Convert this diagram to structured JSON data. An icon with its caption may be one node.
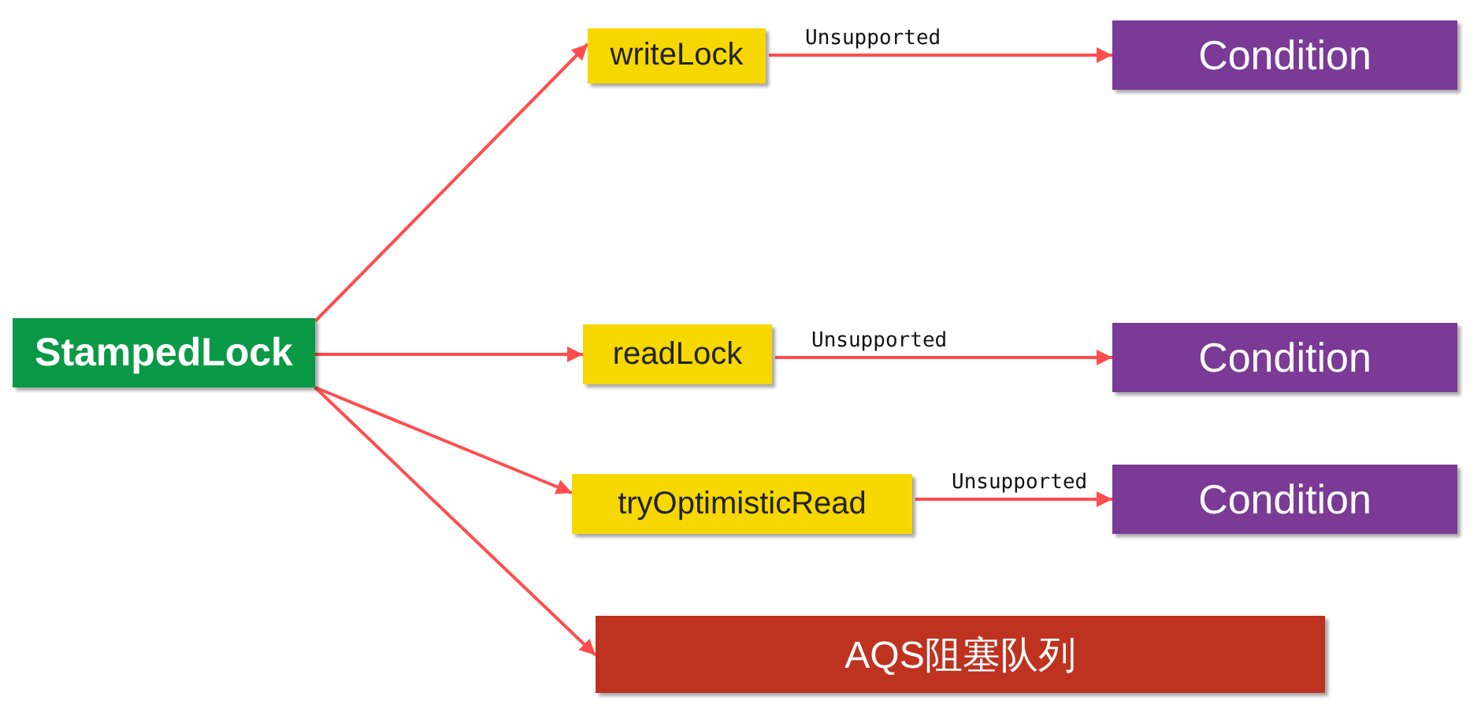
{
  "diagram": {
    "nodes": [
      {
        "text": [
          "StampedLock"
        ]
      },
      {
        "text": [
          "writeLock"
        ]
      },
      {
        "text": [
          "readLock"
        ]
      },
      {
        "text": [
          "tryOptimisticRead"
        ]
      },
      {
        "text": [
          "AQS阻塞队列"
        ]
      },
      {
        "text": [
          "Condition"
        ]
      },
      {
        "text": [
          "Condition"
        ]
      },
      {
        "text": [
          "Condition"
        ]
      }
    ],
    "edges": [
      {
        "from": 0,
        "to": 1,
        "arrow": "to"
      },
      {
        "from": 0,
        "to": 2,
        "arrow": "to"
      },
      {
        "from": 0,
        "to": 3,
        "arrow": "to"
      },
      {
        "from": 0,
        "to": 4,
        "arrow": "to"
      },
      {
        "from": 1,
        "to": 5,
        "label": "Unsupported",
        "arrow": "to"
      },
      {
        "from": 2,
        "to": 6,
        "label": "Unsupported",
        "arrow": "to"
      },
      {
        "from": 3,
        "to": 7,
        "label": "Unsupported",
        "arrow": "to"
      }
    ]
  }
}
